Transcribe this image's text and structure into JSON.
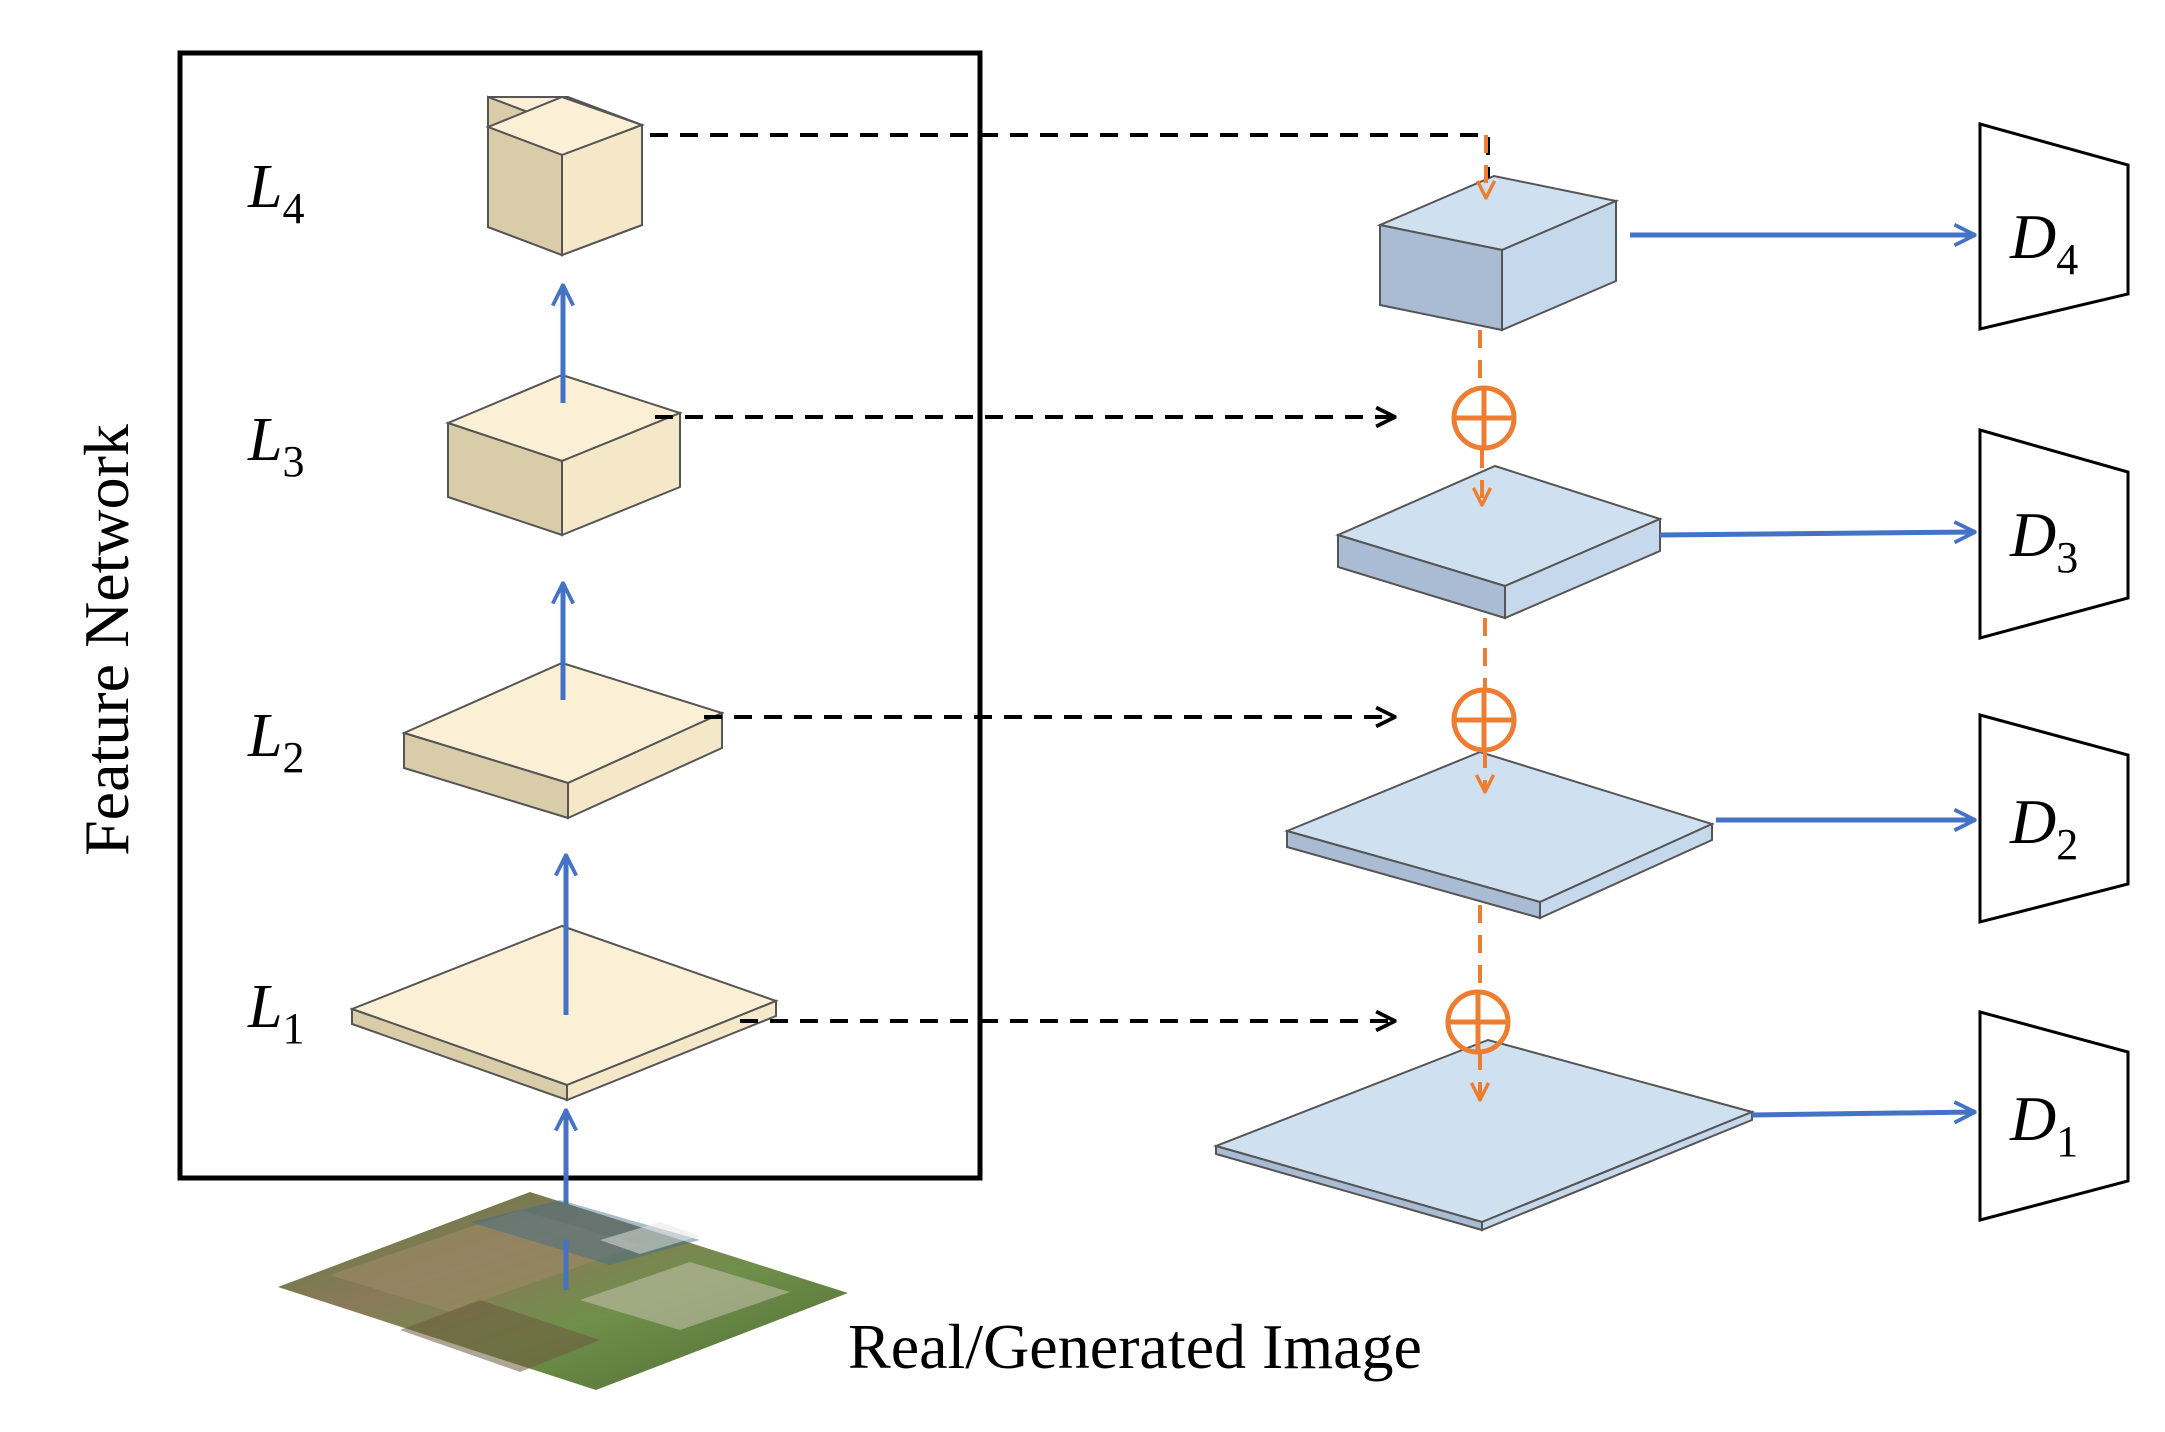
{
  "feature_network": {
    "label": "Feature Network",
    "levels": [
      {
        "letter": "L",
        "sub": "1"
      },
      {
        "letter": "L",
        "sub": "2"
      },
      {
        "letter": "L",
        "sub": "3"
      },
      {
        "letter": "L",
        "sub": "4"
      }
    ]
  },
  "discriminators": [
    {
      "letter": "D",
      "sub": "1"
    },
    {
      "letter": "D",
      "sub": "2"
    },
    {
      "letter": "D",
      "sub": "3"
    },
    {
      "letter": "D",
      "sub": "4"
    }
  ],
  "input_label": "Real/Generated Image",
  "colors": {
    "feature_top": "#fbf0d6",
    "feature_front": "#d9cca9",
    "feature_side": "#f4e8c8",
    "fused_top": "#cfe0f0",
    "fused_front": "#a9bcd3",
    "fused_side": "#c6d8ec",
    "flow_arrow": "#4472c4",
    "fusion": "#ed7d31",
    "lateral": "#000000"
  }
}
